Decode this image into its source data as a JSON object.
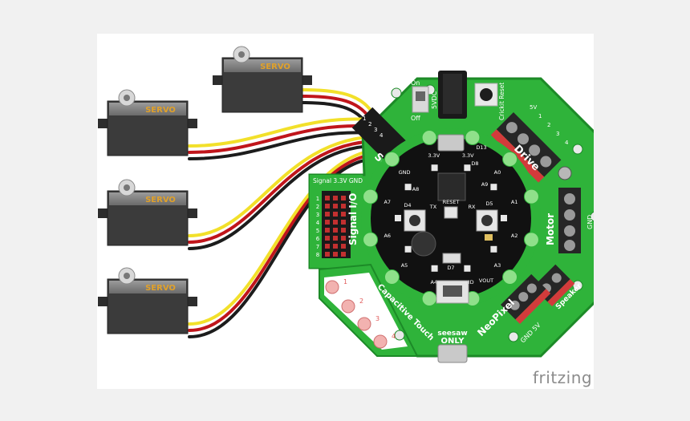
{
  "servo_label": "SERVO",
  "servo_count": 4,
  "board": {
    "servo_header": "Servo",
    "signal_io": "Signal I/O",
    "signal_header": "Signal 3.3V GND",
    "power_label": "5VDC",
    "switch_on": "On",
    "switch_off": "Off",
    "reset_label": "Crickit Reset",
    "drive_label": "Drive",
    "motor_label": "Motor",
    "motor_gnd": "GND",
    "speaker_label": "Speaker",
    "neopixel_label": "NeoPixel",
    "neopixel_pins": "GND 5V",
    "touch_label": "Capacitive Touch",
    "touch_pads": [
      "1",
      "2",
      "3",
      "4"
    ],
    "seesaw_top": "seesaw",
    "seesaw_bottom": "ONLY",
    "drive_pins": [
      "5V",
      "1",
      "2",
      "3",
      "4"
    ],
    "signal_pins": [
      "1",
      "2",
      "3",
      "4",
      "5",
      "6",
      "7",
      "8"
    ],
    "servo_pins": [
      "1",
      "2",
      "3",
      "4"
    ]
  },
  "cpx": {
    "pins": [
      "3.3V",
      "A0",
      "A1",
      "A2",
      "A3",
      "GND",
      "A4",
      "A5",
      "A6",
      "A7",
      "GND",
      "3.3V"
    ],
    "labels": [
      "D13",
      "D8",
      "A8",
      "A9",
      "D4",
      "D5",
      "TX",
      "RX",
      "RESET",
      "D7",
      "VOUT"
    ]
  },
  "watermark": "fritzing",
  "wire_colors": {
    "signal": "#f2e02a",
    "power": "#c0151b",
    "ground": "#1c1c1c"
  },
  "colors": {
    "board": "#2fb33a",
    "board_dark": "#1c8a27",
    "servo_body": "#3b3b3b",
    "servo_label": "#e0a12a",
    "cpx_body": "#111111"
  }
}
